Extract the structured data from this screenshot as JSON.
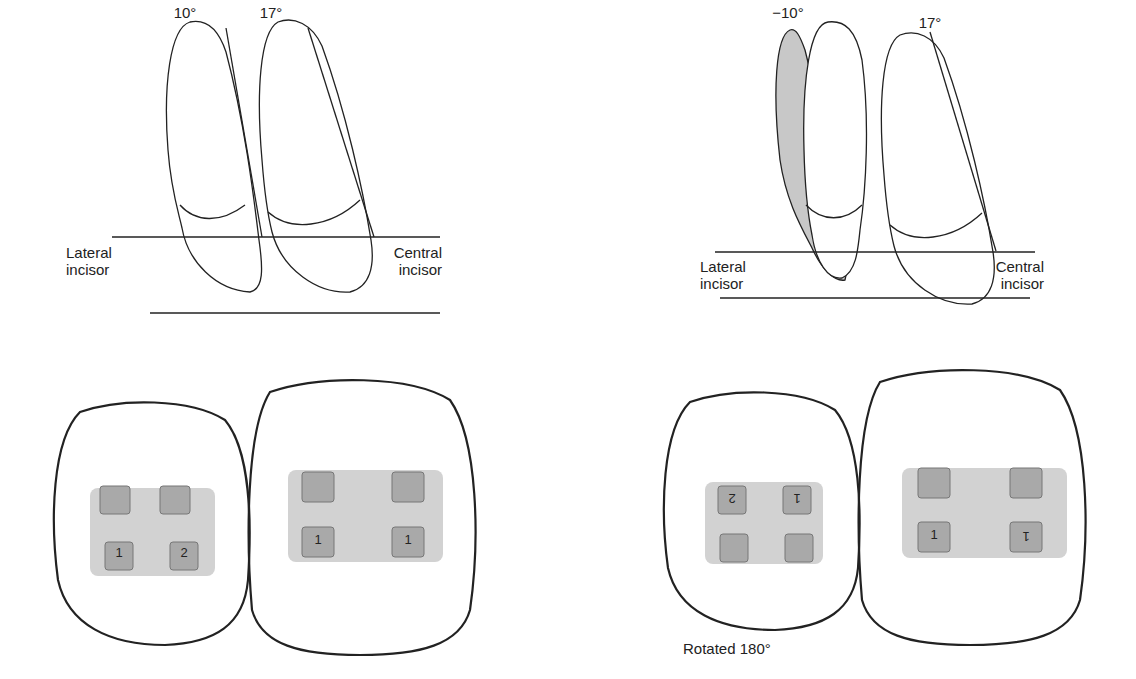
{
  "diagram": {
    "labels": [
      "10°",
      "17°",
      "−10°",
      "17°",
      "Lateral incisor",
      "Central incisor",
      "Lateral incisor",
      "Central incisor",
      "1",
      "2",
      "1",
      "1",
      "2",
      "1",
      "1",
      "1",
      "Rotated 180°"
    ]
  }
}
